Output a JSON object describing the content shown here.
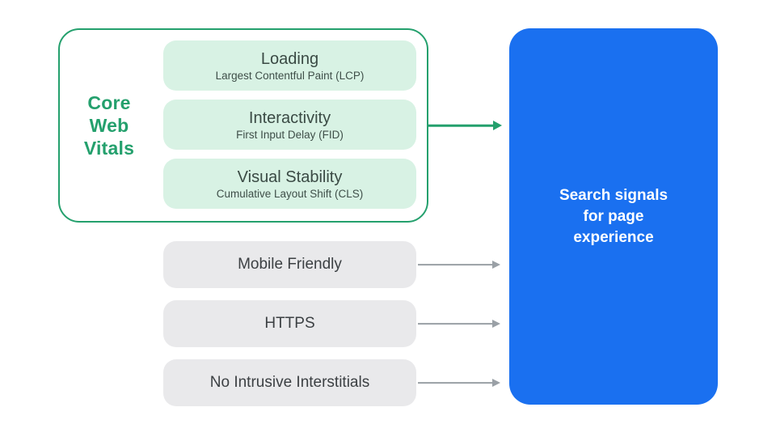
{
  "diagram": {
    "title": "Search signals for page experience",
    "core_web_vitals": {
      "label_lines": [
        "Core",
        "Web",
        "Vitals"
      ],
      "vitals": [
        {
          "title": "Loading",
          "subtitle": "Largest Contentful Paint (LCP)"
        },
        {
          "title": "Interactivity",
          "subtitle": "First Input Delay (FID)"
        },
        {
          "title": "Visual Stability",
          "subtitle": "Cumulative Layout Shift (CLS)"
        }
      ]
    },
    "other_signals": [
      "Mobile Friendly",
      "HTTPS",
      "No Intrusive Interstitials"
    ],
    "result_lines": [
      "Search signals",
      "for page",
      "experience"
    ]
  },
  "colors": {
    "green": "#24a06d",
    "green_light": "#d8f2e4",
    "blue": "#1a70f0",
    "gray_box": "#e9e9eb",
    "gray_arrow": "#9aa0a6",
    "text_dark": "#3c4043",
    "text_white": "#ffffff",
    "background": "#ffffff"
  }
}
